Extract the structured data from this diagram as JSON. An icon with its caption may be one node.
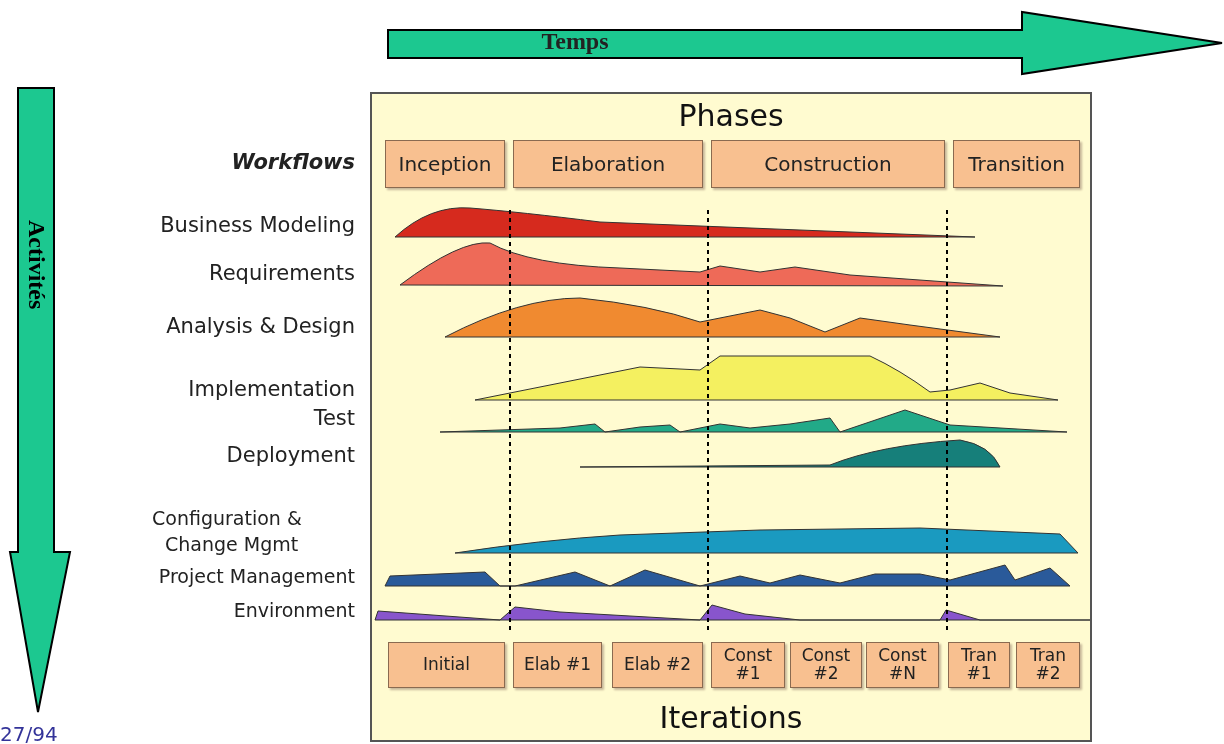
{
  "diagram": {
    "nodes": [
      {
        "text": [
          "Phases",
          "Iterations"
        ]
      },
      {
        "text": [
          "Inception"
        ],
        "in": 0
      },
      {
        "text": [
          "Elaboration"
        ],
        "in": 0
      },
      {
        "text": [
          "Construction"
        ],
        "in": 0
      },
      {
        "text": [
          "Transition"
        ],
        "in": 0
      },
      {
        "text": [
          "Initial"
        ],
        "in": 0
      },
      {
        "text": [
          "Elab #1"
        ],
        "in": 0
      },
      {
        "text": [
          "Elab #2"
        ],
        "in": 0
      },
      {
        "text": [
          "Const #1"
        ],
        "in": 0
      },
      {
        "text": [
          "Const #2"
        ],
        "in": 0
      },
      {
        "text": [
          "Const #N"
        ],
        "in": 0
      },
      {
        "text": [
          "Tran #1"
        ],
        "in": 0
      },
      {
        "text": [
          "Tran #2"
        ],
        "in": 0
      }
    ],
    "labels": [
      "Temps",
      "Activités",
      "Workflows",
      "Business Modeling",
      "Requirements",
      "Analysis & Design",
      "Implementation",
      "Test",
      "Deployment",
      "Configuration & Change Mgmt",
      "Project Management",
      "Environment",
      "27/94"
    ]
  }
}
